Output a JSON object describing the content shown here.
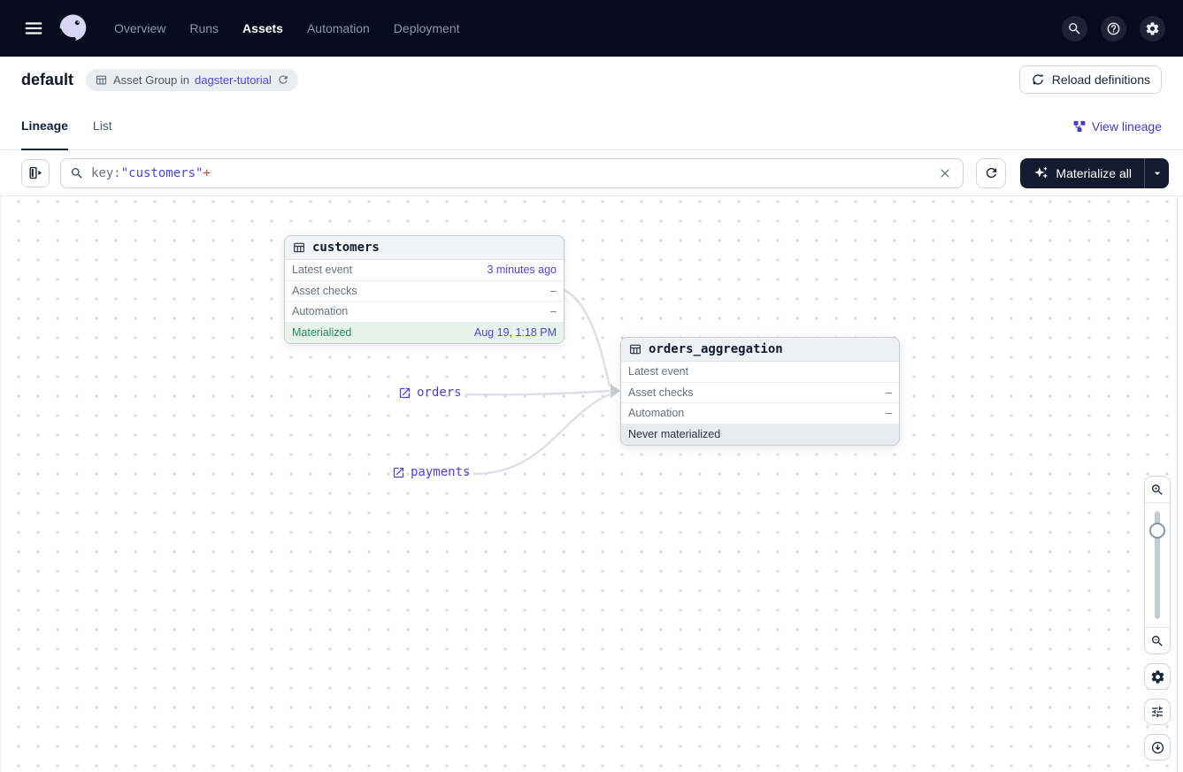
{
  "nav": {
    "items": [
      {
        "label": "Overview",
        "active": false
      },
      {
        "label": "Runs",
        "active": false
      },
      {
        "label": "Assets",
        "active": true
      },
      {
        "label": "Automation",
        "active": false
      },
      {
        "label": "Deployment",
        "active": false
      }
    ]
  },
  "header": {
    "title": "default",
    "badge_text": "Asset Group in",
    "badge_link": "dagster-tutorial",
    "reload_label": "Reload definitions"
  },
  "tabs": {
    "lineage": "Lineage",
    "list": "List",
    "view_lineage": "View lineage"
  },
  "toolbar": {
    "search_key": "key:",
    "search_value": "\"customers\"",
    "search_suffix": "+",
    "materialize_label": "Materialize all"
  },
  "graph": {
    "nodes": {
      "customers": {
        "title": "customers",
        "rows": [
          {
            "label": "Latest event",
            "value": "3 minutes ago"
          },
          {
            "label": "Asset checks",
            "value": "–"
          },
          {
            "label": "Automation",
            "value": "–"
          },
          {
            "label": "Materialized",
            "value": "Aug 19, 1:18 PM"
          }
        ]
      },
      "orders_aggregation": {
        "title": "orders_aggregation",
        "rows": [
          {
            "label": "Latest event",
            "value": ""
          },
          {
            "label": "Asset checks",
            "value": "–"
          },
          {
            "label": "Automation",
            "value": "–"
          }
        ],
        "footer": "Never materialized"
      }
    },
    "external_assets": [
      {
        "label": "orders"
      },
      {
        "label": "payments"
      }
    ]
  },
  "colors": {
    "nav_bg": "#070C1D",
    "accent_link": "#4F43DD",
    "materialized_green": "#21895B",
    "materialized_bg": "#E6F4EC",
    "query_plus_red": "#C6423A",
    "edge_gray": "#DEE0E5",
    "dark_button_bg": "#141A2F"
  }
}
